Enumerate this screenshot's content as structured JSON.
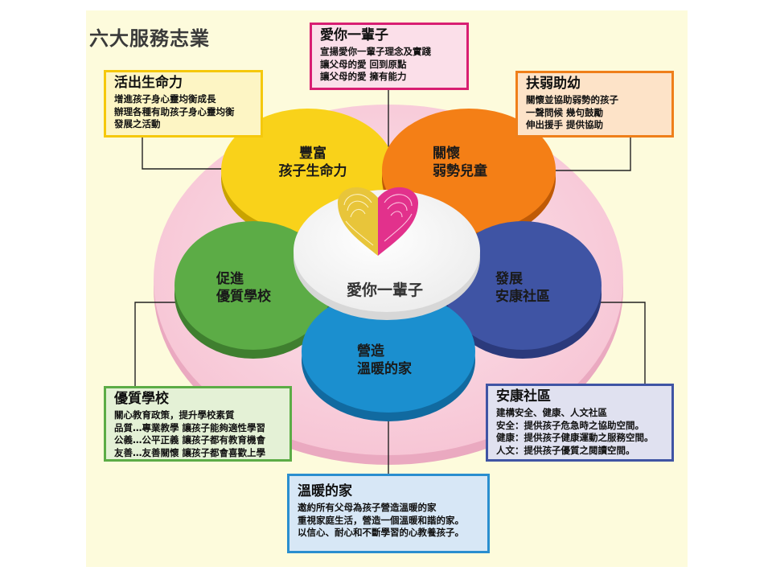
{
  "title": "六大服務志業",
  "center": {
    "label": "愛你一輩子"
  },
  "petals": [
    {
      "key": "top-left",
      "line1": "豐富",
      "line2": "孩子生命力",
      "color": "#f9d21a"
    },
    {
      "key": "top-right",
      "line1": "關懷",
      "line2": "弱勢兒童",
      "color": "#f47f16"
    },
    {
      "key": "mid-left",
      "line1": "促進",
      "line2": "優質學校",
      "color": "#5cac46"
    },
    {
      "key": "mid-right",
      "line1": "發展",
      "line2": "安康社區",
      "color": "#3f54a4"
    },
    {
      "key": "bottom",
      "line1": "營造",
      "line2": "溫暖的家",
      "color": "#1b8fcf"
    }
  ],
  "boxes": {
    "love": {
      "heading": "愛你一輩子",
      "lines": [
        "宣揚愛你一輩子理念及實踐",
        "讓父母的愛 回到原點",
        "讓父母的愛 擁有能力"
      ],
      "color": "#d81e72"
    },
    "life": {
      "heading": "活出生命力",
      "lines": [
        "增進孩子身心靈均衡成長",
        "辦理各種有助孩子身心靈均衡",
        "發展之活動"
      ],
      "color": "#f5c80c"
    },
    "care": {
      "heading": "扶弱助幼",
      "lines": [
        "關懷並協助弱勢的孩子",
        "一聲問候 幾句鼓勵",
        "伸出援手 提供協助"
      ],
      "color": "#ef7f1a"
    },
    "school": {
      "heading": "優質學校",
      "lines": [
        "關心教育政策，提升學校素質",
        "品質…專業教學 讓孩子能夠適性學習",
        "公義…公平正義 讓孩子都有教育機會",
        "友善…友善關懷 讓孩子都會喜歡上學"
      ],
      "color": "#5cac46"
    },
    "community": {
      "heading": "安康社區",
      "lines": [
        "建構安全、健康、人文社區",
        "安全：提供孩子危急時之協助空間。",
        "健康：提供孩子健康運動之服務空間。",
        "人文：提供孩子優質之閱讀空間。"
      ],
      "color": "#3f54a4"
    },
    "home": {
      "heading": "溫暖的家",
      "lines": [
        "邀約所有父母為孩子營造溫暖的家",
        "重視家庭生活，營造一個溫暖和諧的家。",
        "以信心、耐心和不斷學習的心教養孩子。"
      ],
      "color": "#2a8ecf"
    }
  }
}
